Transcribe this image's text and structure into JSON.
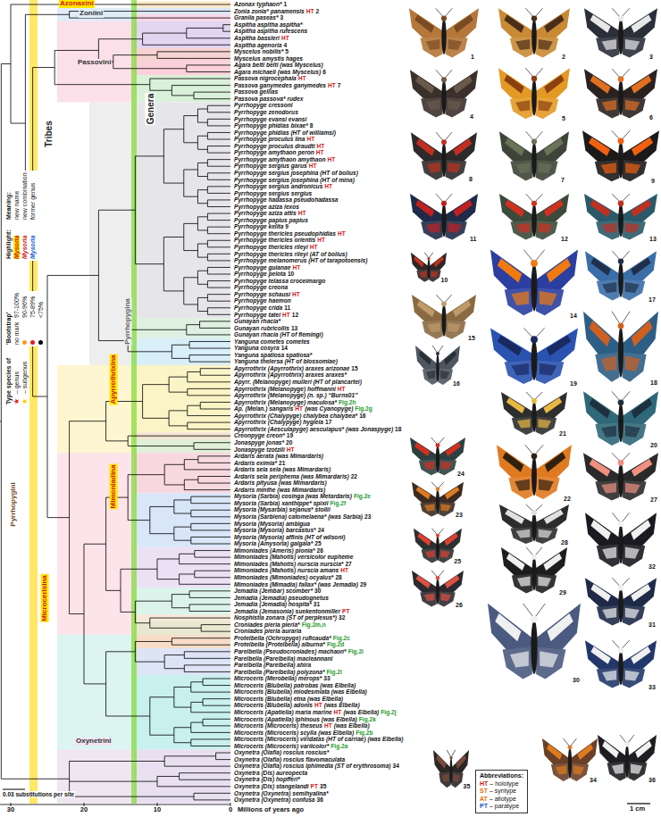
{
  "diagram": {
    "nodes": [
      {
        "text": [
          "Abbreviations:",
          "HT",
          "– holotype",
          "ST",
          "– syntype",
          "AT",
          "– allotype",
          "PT",
          "– paratype"
        ]
      }
    ],
    "labels": [
      "Azonax typhaon*",
      "1",
      "Zonia zonia* panamensis",
      "HT",
      "2",
      "Granila paseas*",
      "3",
      "Aspitha aspitha aspitha*",
      "Aspitha aspitha rufescens",
      "Aspitha bassleri",
      "HT",
      "Aspitha agenoria",
      "4",
      "Myscelus nobilis*",
      "5",
      "Myscelus amystis hages",
      "Agara belti belti (was Myscelus)",
      "Agara michaeli (was Myscelus)",
      "6",
      "Passova nigrocephala",
      "HT",
      "Passova ganymedes ganymedes",
      "HT",
      "7",
      "Passova gellias",
      "Passova passova* rudex",
      "Pyrrhopyge cressoni",
      "Pyrrhopyge zenodorus",
      "Pyrrhopyge evansi evansi",
      "Pyrrhopyge phidias bixae*",
      "8",
      "Pyrrhopyge phidias (HT of williamsi)",
      "Pyrrhopyge proculus lina",
      "HT",
      "Pyrrhopyge proculus draudti",
      "HT",
      "Pyrrhopyge amythaon peron",
      "HT",
      "Pyrrhopyge amythaon amythaon",
      "HT",
      "Pyrrhopyge sergius garus",
      "HT",
      "Pyrrhopyge sergius josephina (HT of bolius)",
      "Pyrrhopyge sergius josephina (HT of mina)",
      "Pyrrhopyge sergius andronicus",
      "HT",
      "Pyrrhopyge sergius sergius",
      "Pyrrhopyge hadassa pseudohadassa",
      "Pyrrhopyge aziza lexos",
      "Pyrrhopyge aziza attis",
      "HT",
      "Pyrrhopyge papius papius",
      "Pyrrhopyge kelita",
      "9",
      "Pyrrhopyge thericles pseudophidias",
      "HT",
      "Pyrrhopyge thericles orientis",
      "HT",
      "Pyrrhopyge thericles rileyi",
      "HT",
      "Pyrrhopyge thericles rileyi (AT of bolius)",
      "Pyrrhopyge melanomerus (HT of tarapotoensis)",
      "Pyrrhopyge guianae",
      "HT",
      "Pyrrhopyge pelota",
      "10",
      "Pyrrhopyge telassa croceimargo",
      "Pyrrhopyge creona",
      "Pyrrhopyge schausi",
      "HT",
      "Pyrrhopyge haemon",
      "Pyrrhopyge crida",
      "11",
      "Pyrrhopyge tatei",
      "HT",
      "12",
      "Gunayan rhacia*",
      "Gunayan rubricollis",
      "13",
      "Gunayan rhacia (HT of flemingi)",
      "Yanguna cometes cometes",
      "Yanguna cosyra",
      "14",
      "Yanguna spatiosa spatiosa*",
      "Yanguna thelersa (HT of blossomiae)",
      "Apyrrothrix (Apyrrothrix) araxes arizonae",
      "15",
      "Apyrrothrix (Apyrrothrix) araxes araxes*",
      "Apyrr. (Melanopyge) mulleri (HT of plancartei)",
      "Apyrrothrix (Melanopyge) hoffmanni",
      "HT",
      "Apyrrothrix (Melanopyge) (n. sp.) “Burns01”",
      "Apyrrothrix (Melanopyge) maculosa*",
      "Fig.2h",
      "Ap. (Melan.) sangaris",
      "HT",
      "(was Cyanopyge)",
      "Fig.2g",
      "Apyrrothrix (Chalypyge) chalybea chalybea*",
      "16",
      "Apyrrothrix (Chalypyge) hygieia",
      "17",
      "Apyrrothrix (Aesculapyge) aesculapus* (was Jonaspyge)",
      "18",
      "Creonpyge creon*",
      "19",
      "Jonaspyge jonas*",
      "20",
      "Jonaspyge tzotzili",
      "HT",
      "Ardaris aerata (was Mimardaris)",
      "Ardaris eximia*",
      "21",
      "Ardaris sela sela (was Mimardaris)",
      "Ardaris sela periphema (was Mimardaris)",
      "22",
      "Ardaris pityusa (was Mimardaris)",
      "Ardaris minthe (was Mimardaris)",
      "Mysoria (Sarbia) cosinga (was Metardaris)",
      "Fig.2e",
      "Mysoria (Sarbia) xanthippe* spixii",
      "Fig.2f",
      "Mysoria (Mysarbia) sejanus* stollii",
      "Mysoria (Sarbiena) catomelaena* (was Sarbia)",
      "23",
      "Mysoria (Mysoria) ambigua",
      "Mysoria (Mysoria) barcastus*",
      "24",
      "Mysoria (Mysoria) affinis (HT of wilsoni)",
      "Mysoria (Amysoria) galgala*",
      "25",
      "Mimoniades (Ameris) pionia*",
      "26",
      "Mimoniades (Mahotis) versicolor eupheme",
      "Mimoniades (Mahotis) nurscia nurscia*",
      "27",
      "Mimoniades (Mahotis) nurscia amans",
      "HT",
      "Mimoniades (Mimoniades) ocyalus*",
      "28",
      "Mimoniades (Mimadia) fallax* (was Jemadia)",
      "29",
      "Jemadia (Jembar) scomber*",
      "30",
      "Jemadia (Jemadia) pseudognetus",
      "Jemadia (Jemadia) hospita*",
      "31",
      "Jemadia (Jemasonia) suekentonmiller",
      "PT",
      "Nosphistia zonara (ST of perplexus*)",
      "32",
      "Croniades pieria pieria*",
      "Fig.2m,n",
      "Croniades pieria auraria",
      "Protelbella (Ochropyge) ruficauda*",
      "Fig.2c",
      "Protelbella (Protelbella) alburna*",
      "Fig.2d",
      "Parelbella (Pseudocroniades) machaon*",
      "Fig.2i",
      "Parelbella (Parelbella) macleannani",
      "Parelbella (Parelbella) ahira",
      "Parelbella (Parelbella) polyzona*",
      "Fig.2l",
      "Microceris (Merobella) merops*",
      "33",
      "Microceris (Blubella) patrobas (was Elbella)",
      "Microceris (Blubella) miodesmiata (was Elbella)",
      "Microceris (Blubella) etna (was Elbella)",
      "Microceris (Blubella) adonis",
      "HT",
      "(was Elbella)",
      "Microceris (Apatiella) maria marine",
      "HT",
      "(was Elbella)",
      "Fig.2j",
      "Microceris (Apatiella) iphinous (was Elbella)",
      "Fig.2k",
      "Microceris (Microceris) theseus",
      "HT",
      "(was Elbella)",
      "Microceris (Microceris) scylla (was Elbella)",
      "Fig.2b",
      "Microceris (Microceris) viridatas (HT of carriae) (was Elbella)",
      "Microceris (Microceris) variicolor*",
      "Fig.2a",
      "Oxynetra (Olafia) roscius roscius*",
      "Oxynetra (Olafia) roscius flavomaculata",
      "Oxynetra (Olafia) roscius iphimedia (ST of erythrosoma)",
      "34",
      "Oxynetra (Dis) aureopecta",
      "Oxynetra (Dis) hopfferi*",
      "Oxynetra (Dis) stangelandi",
      "PT",
      "35",
      "Oxynetra (Oxynetra) semihyalina*",
      "Oxynetra (Oxynetra) confusa",
      "36",
      "Azonaxini",
      "Zoniini",
      "Passovini",
      "Tribes",
      "Genera",
      "Pyrrhopygina",
      "Apyrrothrixina",
      "Mimoniadina",
      "Pyrrhopygini",
      "Microcerisina",
      "Oxynetrini",
      "Highlight:",
      "Mysoria",
      "Mysoria",
      "Mysoria",
      "Meaning:",
      "'Bootstrap'",
      "no mark",
      "Type species of",
      "30",
      "20",
      "10",
      "0",
      "Millions of years ago",
      "0.03 substitutions per site",
      "1",
      "2",
      "3",
      "4",
      "5",
      "6",
      "8",
      "7",
      "9",
      "11",
      "12",
      "13",
      "10",
      "14",
      "17",
      "15",
      "19",
      "18",
      "16",
      "21",
      "20",
      "24",
      "22",
      "27",
      "23",
      "28",
      "25",
      "26",
      "29",
      "32",
      "31",
      "30",
      "33",
      "35",
      "34",
      "36",
      "1 cm"
    ],
    "legend": [
      {
        "text": "new name"
      },
      {
        "text": "new combination"
      },
      {
        "text": "former genus"
      },
      {
        "text": "97-100%"
      },
      {
        "text": "90-96%",
        "color": "#f0a020"
      },
      {
        "text": "75-89%",
        "color": "#e02020"
      },
      {
        "text": "<75%",
        "color": "#000000"
      },
      {
        "text": "– genus",
        "color": "#e02020"
      },
      {
        "text": "– subgenus",
        "color": "#f0d000"
      }
    ]
  }
}
